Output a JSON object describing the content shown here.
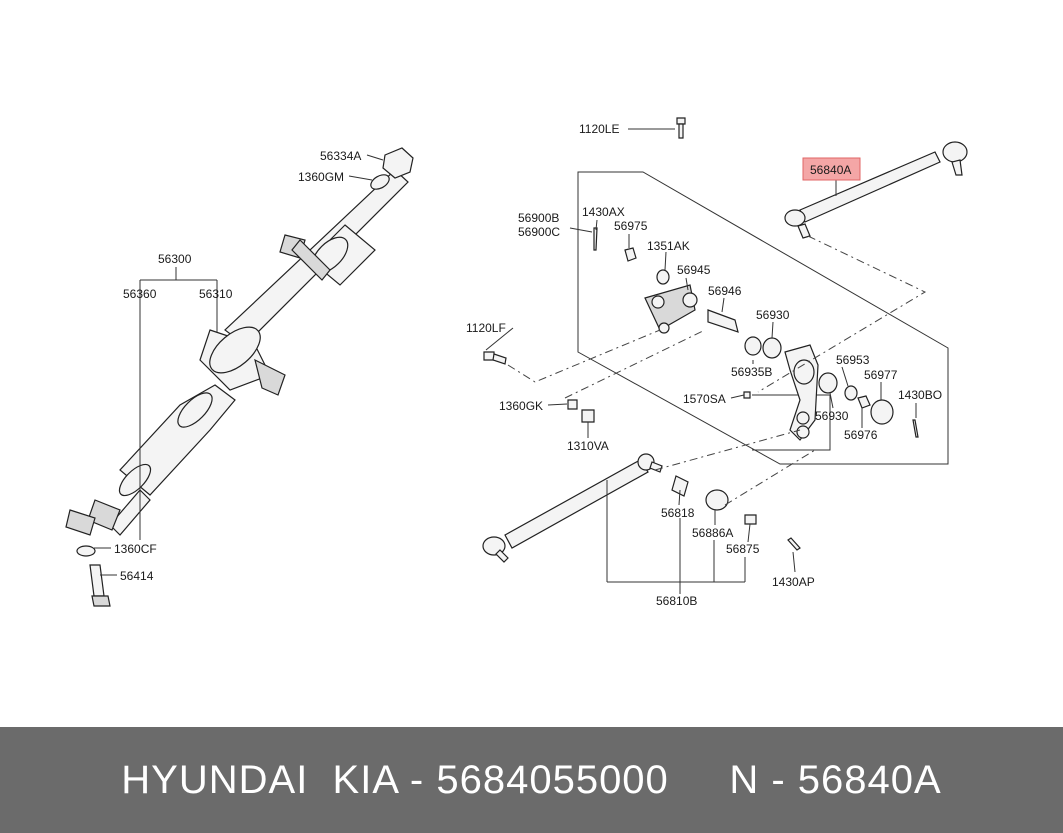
{
  "diagram": {
    "highlight_color": "#f4a6a6",
    "labels": {
      "l_1120LE": "1120LE",
      "l_56334A": "56334A",
      "l_1360GM": "1360GM",
      "l_56840A": "56840A",
      "l_56300": "56300",
      "l_56360": "56360",
      "l_56310": "56310",
      "l_56900B": "56900B",
      "l_56900C": "56900C",
      "l_1430AX": "1430AX",
      "l_56975": "56975",
      "l_1351AK": "1351AK",
      "l_56945": "56945",
      "l_56946": "56946",
      "l_56930a": "56930",
      "l_1120LF": "1120LF",
      "l_56935B": "56935B",
      "l_56953": "56953",
      "l_56977": "56977",
      "l_1430BO": "1430BO",
      "l_1570SA": "1570SA",
      "l_1360GK": "1360GK",
      "l_56930b": "56930",
      "l_56976": "56976",
      "l_1310VA": "1310VA",
      "l_56818": "56818",
      "l_56886A": "56886A",
      "l_56875": "56875",
      "l_1360CF": "1360CF",
      "l_56414": "56414",
      "l_1430AP": "1430AP",
      "l_56810B": "56810B"
    }
  },
  "footer": {
    "text": "HYUNDAI  KIA - 5684055000     N - 56840A",
    "background": "#6b6b6b",
    "text_color": "#ffffff"
  }
}
